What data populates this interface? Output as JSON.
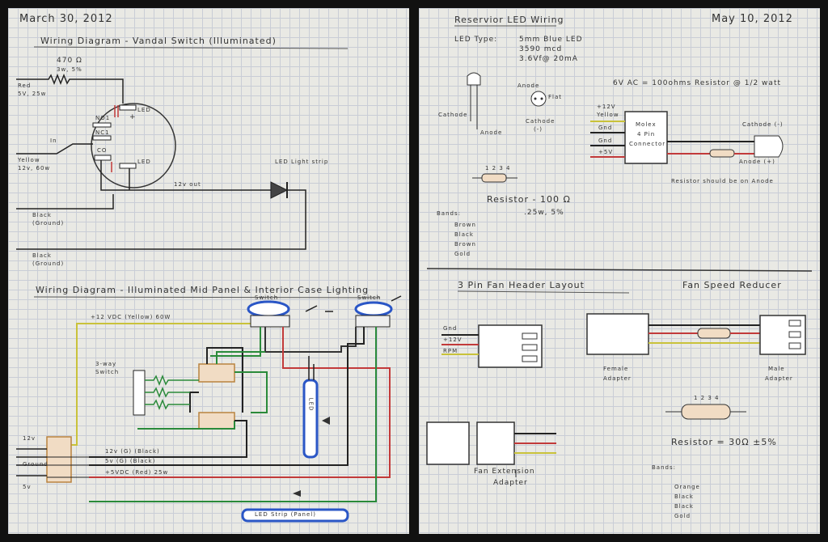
{
  "left": {
    "date": "March 30, 2012",
    "diagram1": {
      "title": "Wiring Diagram - Vandal Switch (Illuminated)",
      "resistor": "470 Ω",
      "resistor_spec": "3w, 5%",
      "red_in": "Red",
      "red_spec": "5V, 25w",
      "yellow_in": "Yellow",
      "yellow_spec": "12v, 60w",
      "in_label": "In",
      "no1": "NO1",
      "nc1": "NC1",
      "co": "CO",
      "led_top": "LED",
      "led_bottom": "LED",
      "plus": "+",
      "out_label": "12v out",
      "strip_label": "LED Light strip",
      "black1": "Black",
      "ground1": "(Ground)",
      "black2": "Black",
      "ground2": "(Ground)"
    },
    "diagram2": {
      "title": "Wiring Diagram - Illuminated Mid Panel & Interior Case Lighting",
      "vdc12": "+12 VDC (Yellow) 60W",
      "switch1": "Switch",
      "switch2": "Switch",
      "way3": "3-way",
      "way3b": "Switch",
      "v12": "12v",
      "ground": "Ground",
      "v5": "5v",
      "g12": "12v (G) (Black)",
      "g5": "5v (G) (Black)",
      "vdc5": "+5VDC (Red) 25w",
      "led_strip": "LED Strip (Panel)",
      "led_vert": "LED"
    }
  },
  "right": {
    "title": "Reservior LED Wiring",
    "date": "May 10, 2012",
    "led_type": "LED Type:",
    "led_spec1": "5mm Blue LED",
    "led_spec2": "3590 mcd",
    "led_spec3": "3.6Vf@ 20mA",
    "anode": "Anode",
    "flat": "Flat",
    "cathode_lbl": "Cathode",
    "cathode_minus": "(-)",
    "cathode": "Cathode",
    "anode_plus": "Anode",
    "equation": "6V AC = 100ohms Resistor @ 1/2 watt",
    "v12": "+12V",
    "yellow": "Yellow",
    "gnd1": "Gnd",
    "gnd2": "Gnd",
    "v5": "+5V",
    "molex1": "Molex",
    "molex2": "4 Pin",
    "molex3": "Connector",
    "cathode_neg": "Cathode (-)",
    "anode_pos": "Anode (+)",
    "resistor_note": "Resistor should be on Anode",
    "band_nums": "1 2 3 4",
    "resistor": "Resistor - 100 Ω",
    "resistor_spec": ".25w, 5%",
    "bands_title": "Bands:",
    "bands": [
      "Brown",
      "Black",
      "Brown",
      "Gold"
    ],
    "fan_header": "3 Pin Fan Header Layout",
    "gnd": "Gnd",
    "plus12": "+12V",
    "rpm": "RPM",
    "speed_reducer": "Fan Speed Reducer",
    "female": "Female",
    "female2": "Adapter",
    "male": "Male",
    "male2": "Adapter",
    "res_nums": "1 2 3 4",
    "resistor2": "Resistor = 30Ω ±5%",
    "fan_ext1": "Fan Extension",
    "fan_ext2": "Adapter",
    "bands2_title": "Bands:",
    "bands2": [
      "Orange",
      "Black",
      "Black",
      "Gold"
    ]
  }
}
